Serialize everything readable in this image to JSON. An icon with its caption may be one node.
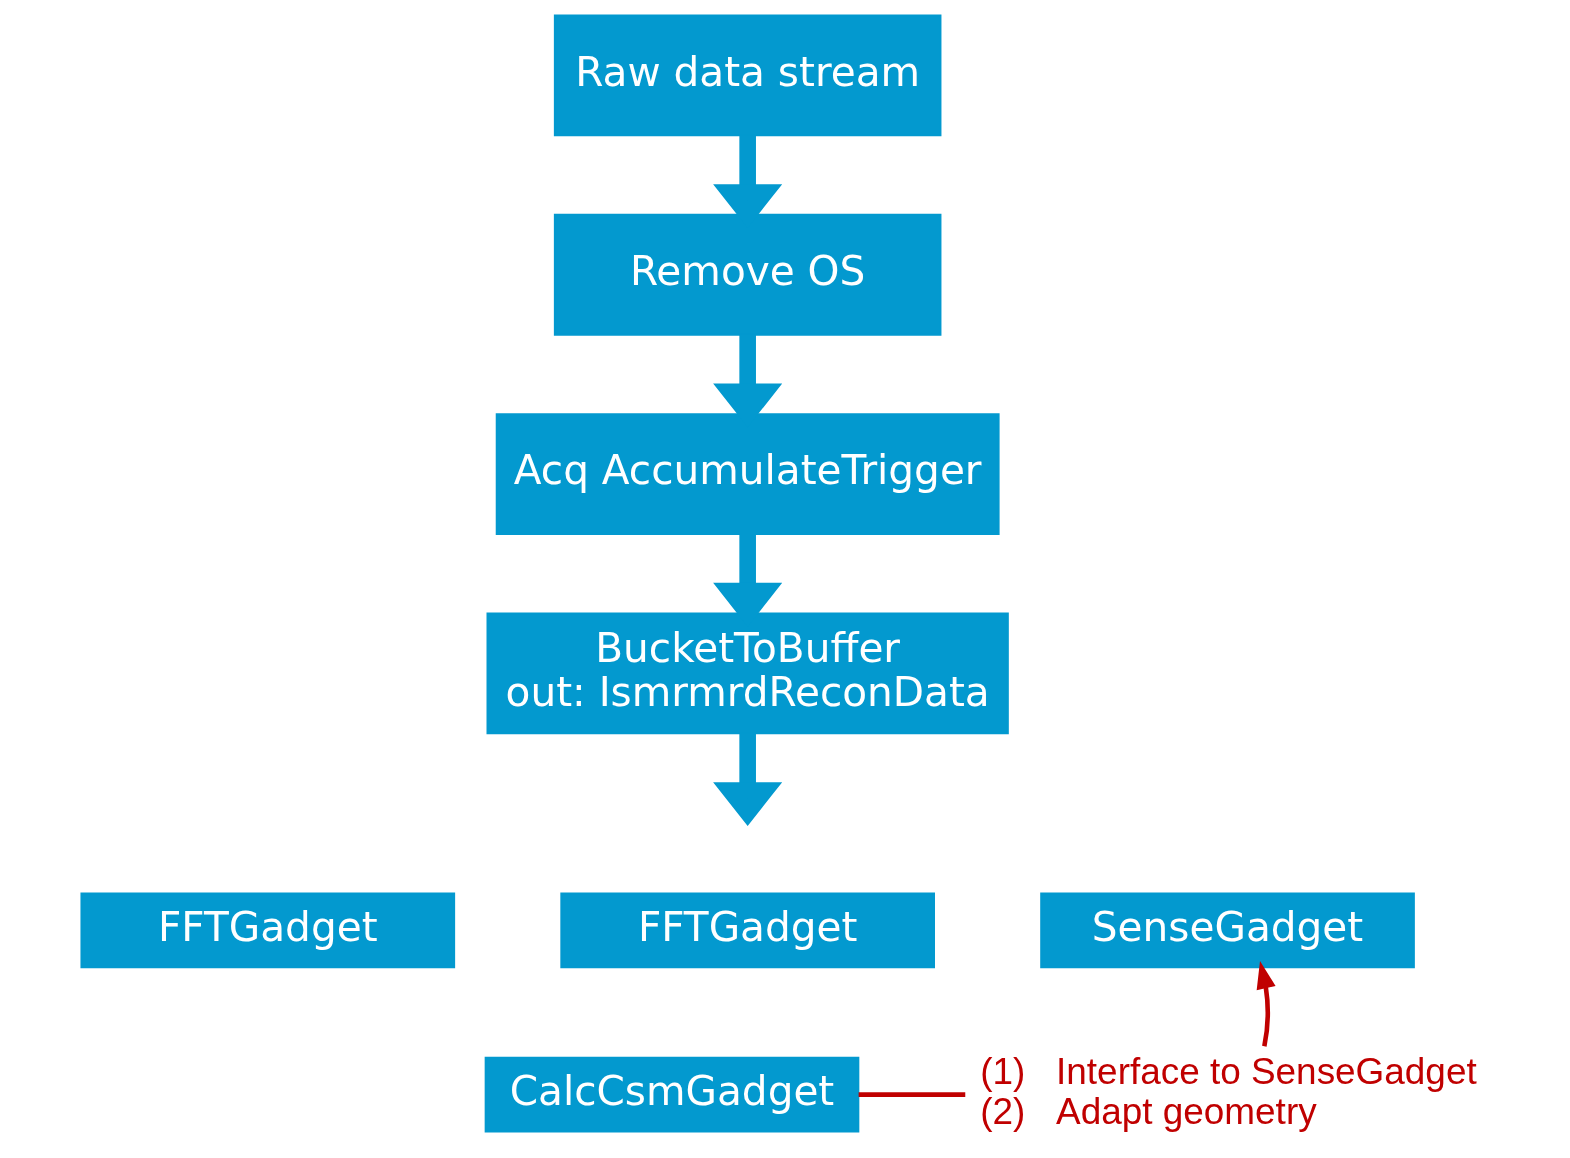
{
  "diagram": {
    "nodes": [
      {
        "text": [
          "Raw data stream"
        ]
      },
      {
        "text": [
          "Remove OS"
        ]
      },
      {
        "text": [
          "Acq AccumulateTrigger"
        ]
      },
      {
        "text": [
          "BucketToBuffer",
          "out: IsmrmrdReconData"
        ]
      },
      {
        "text": [
          "FFTGadget"
        ]
      },
      {
        "text": [
          "FFTGadget"
        ]
      },
      {
        "text": [
          "CalcCsmGadget"
        ]
      },
      {
        "text": [
          "SenseGadget"
        ]
      },
      {
        "text": [
          "(1)   Interface to SenseGadget",
          "(2)   Adapt geometry"
        ]
      }
    ],
    "edges": [
      {
        "from": 0,
        "to": 1,
        "arrow": "to"
      },
      {
        "from": 1,
        "to": 2,
        "arrow": "to"
      },
      {
        "from": 2,
        "to": 3,
        "arrow": "to"
      },
      {
        "from": 3,
        "to": null,
        "arrow": "to"
      },
      {
        "from": 6,
        "to": 8,
        "arrow": "none",
        "color": "#c00000"
      },
      {
        "from": 8,
        "to": 7,
        "arrow": "to",
        "color": "#c00000"
      }
    ]
  }
}
